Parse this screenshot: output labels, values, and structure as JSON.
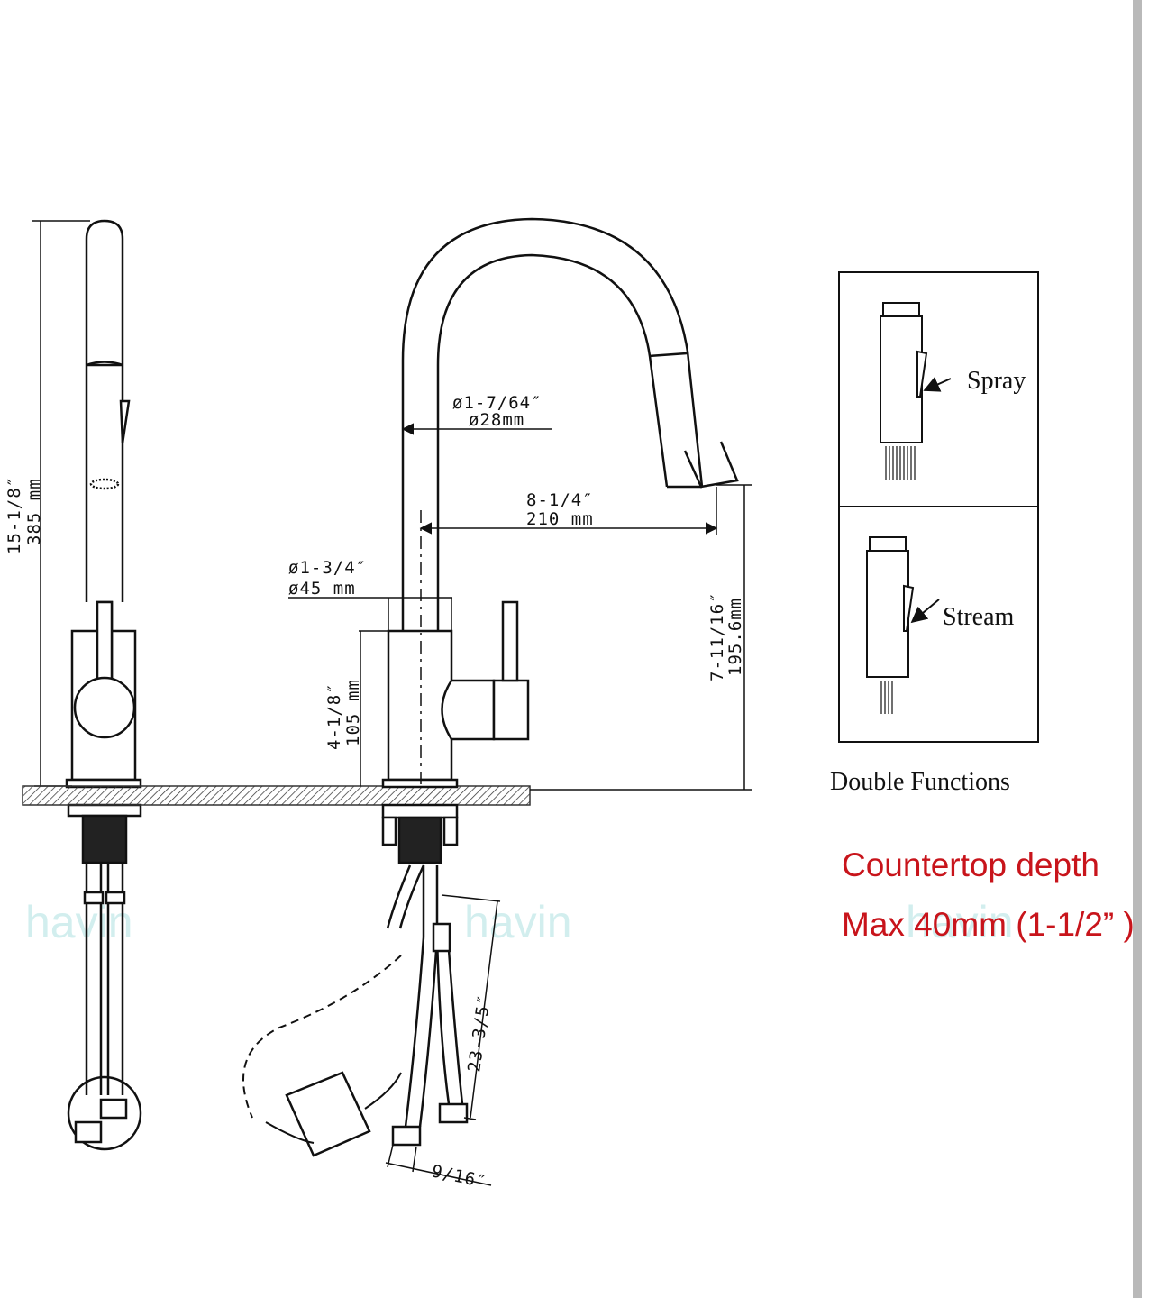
{
  "dimensions": {
    "total_height_in": "15-1/8″",
    "total_height_mm": "385 mm",
    "spout_diameter_in": "ø1-7/64″",
    "spout_diameter_mm": "ø28mm",
    "reach_in": "8-1/4″",
    "reach_mm": "210 mm",
    "base_diameter_in": "ø1-3/4″",
    "base_diameter_mm": "ø45 mm",
    "base_height_in": "4-1/8″",
    "base_height_mm": "105",
    "base_height_unit": "mm",
    "spout_height_in": "7-11/16″",
    "spout_height_mm": "195.6mm",
    "hose_length_in": "23-3/5″",
    "hose_connector_in": "9/16″"
  },
  "functions": {
    "spray_label": "Spray",
    "stream_label": "Stream",
    "caption": "Double Functions"
  },
  "countertop_note": {
    "line1": "Countertop depth",
    "line2": "Max 40mm (1-1/2” )"
  },
  "watermark": "havin",
  "colors": {
    "line": "#111111",
    "note_red": "#c8141b",
    "watermark": "#bfe8e8"
  }
}
